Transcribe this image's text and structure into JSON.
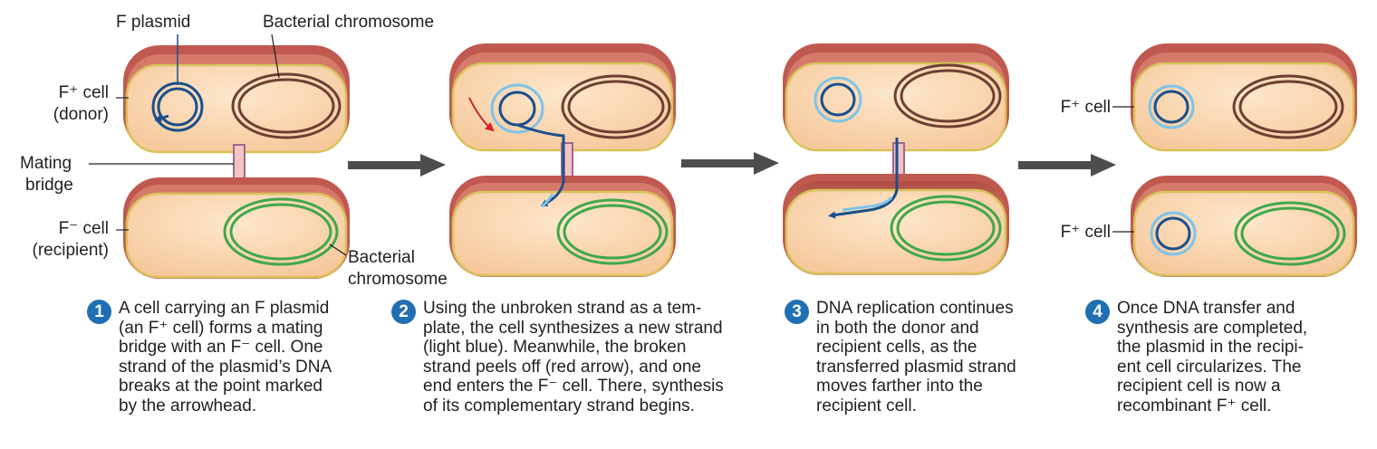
{
  "labels": {
    "f_plasmid": "F plasmid",
    "bacterial_chromosome_top": "Bacterial chromosome",
    "donor_cell_line1": "F⁺ cell",
    "donor_cell_line2": "(donor)",
    "mating_bridge_line1": "Mating",
    "mating_bridge_line2": "bridge",
    "recipient_cell_line1": "F⁻ cell",
    "recipient_cell_line2": "(recipient)",
    "bacterial_chromosome_bottom_line1": "Bacterial",
    "bacterial_chromosome_bottom_line2": "chromosome",
    "final_top_cell": "F⁺ cell",
    "final_bottom_cell": "F⁺ cell"
  },
  "steps": [
    {
      "number": "1",
      "text": "A cell carrying an F plasmid\n(an F⁺ cell) forms a mating\nbridge with an F⁻ cell. One\nstrand of the plasmid’s DNA\nbreaks at the point marked\nby the arrowhead."
    },
    {
      "number": "2",
      "text": "Using the unbroken strand as a tem-\nplate, the cell synthesizes a new strand\n(light blue). Meanwhile, the broken\nstrand peels off (red arrow), and one\nend enters the F⁻ cell. There, synthesis\nof its complementary strand begins."
    },
    {
      "number": "3",
      "text": "DNA replication continues\nin both the donor and\nrecipient cells, as the\ntransferred plasmid strand\nmoves farther into the\nrecipient cell."
    },
    {
      "number": "4",
      "text": "Once DNA transfer and\nsynthesis are completed,\nthe plasmid in the recipi-\nent cell circularizes. The\nrecipient cell is now a\nrecombinant F⁺ cell."
    }
  ],
  "colors": {
    "cell_wall": "#c8665a",
    "cytoplasm": "#fbd7b0",
    "membrane": "#d8c25a",
    "chromosome_donor": "#7b4a3c",
    "chromosome_recipient": "#3fa74a",
    "plasmid_dark": "#1a4f8c",
    "plasmid_light": "#7ec3e8",
    "peel_arrow": "#d0262e",
    "step_arrow": "#4d4d4d",
    "step_number": "#1f6fb2"
  }
}
